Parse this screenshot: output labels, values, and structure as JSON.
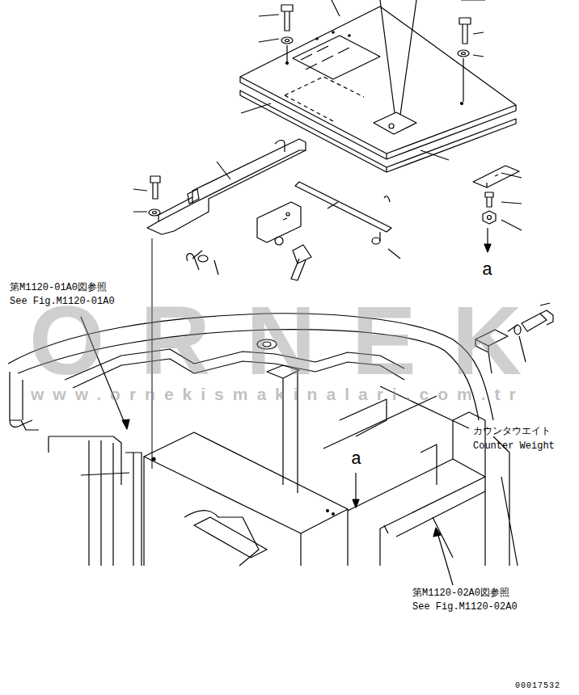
{
  "diagram": {
    "labels": [
      "第M1120-01A0図参照",
      "See Fig.M1120-01A0",
      "ORNEK",
      "www.ornekismakinalari.com.tr",
      "a",
      "カウンタウエイト",
      "Counter Weight",
      "a",
      "第M1120-02A0図参照",
      "See Fig.M1120-02A0",
      "00017532"
    ]
  }
}
